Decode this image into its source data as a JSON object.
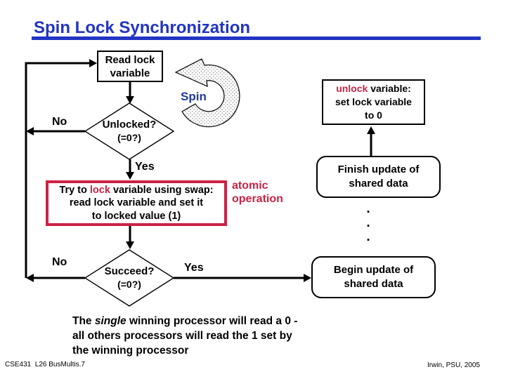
{
  "slide": {
    "title": "Spin Lock Synchronization",
    "footer_left": "CSE431  L26 BusMultis.7",
    "footer_right": "Irwin, PSU, 2005"
  },
  "colors": {
    "title_blue": "#2134c4",
    "spin_blue": "#223a96",
    "accent_red": "#cb2244",
    "stipple_gray": "#999999"
  },
  "flowchart": {
    "read_lock_box": {
      "line1": "Read lock",
      "line2": "variable"
    },
    "spin_label": "Spin",
    "unlocked_diamond": {
      "line1": "Unlocked?",
      "line2": "(=0?)"
    },
    "no_label_1": "No",
    "yes_label_1": "Yes",
    "try_lock_box": {
      "line1_pre": "Try to ",
      "line1_highlight": "lock",
      "line1_post": " variable using swap:",
      "line2": "read lock variable and set it",
      "line3": "to locked value (1)"
    },
    "atomic_label": {
      "line1": "atomic",
      "line2": "operation"
    },
    "succeed_diamond": {
      "line1": "Succeed?",
      "line2": "(=0?)"
    },
    "no_label_2": "No",
    "yes_label_2": "Yes",
    "unlock_box": {
      "line1_highlight": "unlock",
      "line1_post": " variable:",
      "line2": "set lock variable",
      "line3": "to 0"
    },
    "finish_box": {
      "line1": "Finish update of",
      "line2": "shared data"
    },
    "ellipsis": [
      ".",
      ".",
      "."
    ],
    "begin_box": {
      "line1": "Begin update of",
      "line2": "shared data"
    }
  },
  "summary": {
    "line1_pre": "The ",
    "line1_italic": "single",
    "line1_post": " winning processor will read a 0 -",
    "line2": "all others processors will read the 1 set by",
    "line3": "the winning processor"
  }
}
